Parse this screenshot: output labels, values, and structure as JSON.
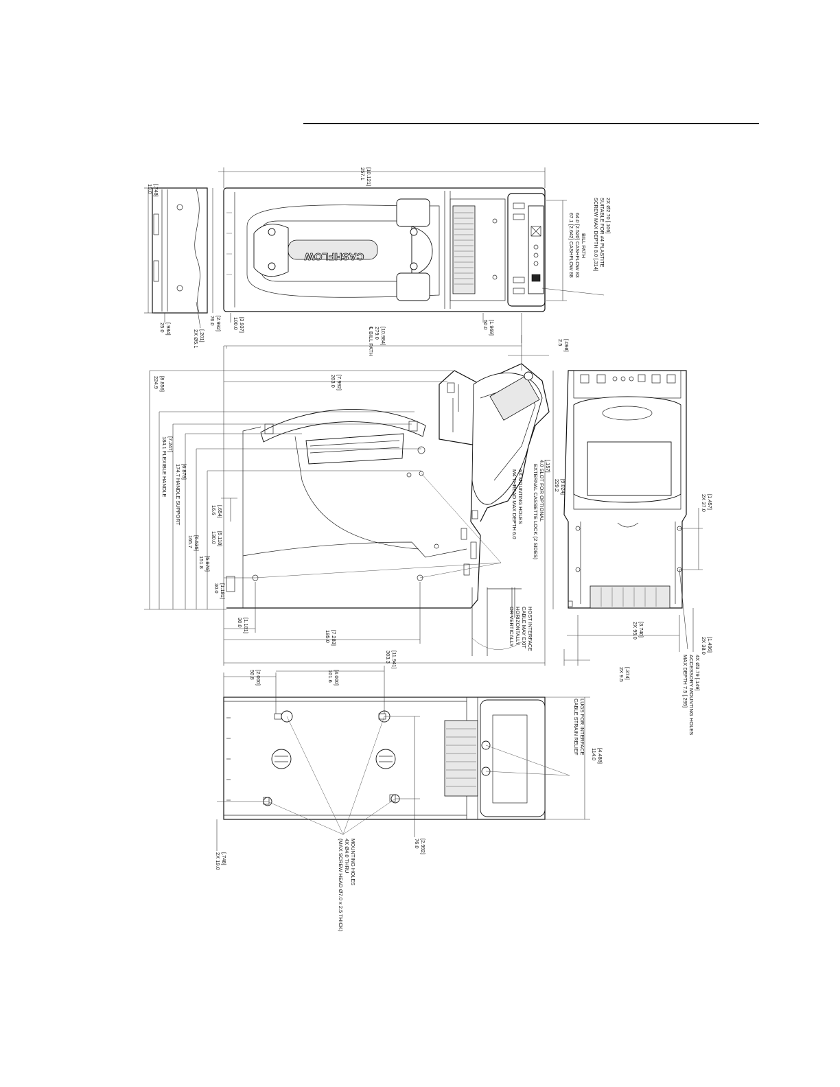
{
  "views": {
    "top": {
      "logo": "CASHFLOW",
      "dims": [
        {
          "key": "d1",
          "line1": "[.748]",
          "line2": "19.0"
        },
        {
          "key": "d2",
          "line1": "[10.121]",
          "line2": "257.1"
        },
        {
          "key": "d3",
          "line1": "[2.992]",
          "line2": "76.0"
        },
        {
          "key": "d4",
          "line1": "[.984]",
          "line2": "25.0"
        },
        {
          "key": "d5",
          "line1": "[.201]",
          "line2": "2X Ø5.1"
        },
        {
          "key": "d6",
          "line1": "[3.937]",
          "line2": "100.0"
        },
        {
          "key": "d7",
          "line1": "[10.984]",
          "line2": "279.0"
        },
        {
          "key": "d8",
          "line1": "[1.969]",
          "line2": "50.0"
        }
      ],
      "notes": {
        "screw_line1": "2X Ø2.70 [.106]",
        "screw_line2": "SUITABLE FOR #4 PLASTITE",
        "screw_line3": "SCREW MAX DEPTH 8.0 [.314]",
        "billpath_line1": "BILL PATH",
        "billpath_line2": "64.0 [2.520] CASHFLOW 83",
        "billpath_line3": "67.1 [2.642] CASHFLOW 88",
        "centerline": "℄ BILL PATH"
      }
    },
    "side": {
      "dims": [
        {
          "key": "s1",
          "line1": "[.098]",
          "line2": "2.5"
        },
        {
          "key": "s2",
          "line1": "[7.992]",
          "line2": "203.0"
        },
        {
          "key": "s3",
          "line1": "[8.856]",
          "line2": "224.9"
        },
        {
          "key": "s4",
          "line1": "[7.247]",
          "line2": "184.1 FLEXIBLE HANDLE"
        },
        {
          "key": "s5",
          "line1": "[6.878]",
          "line2": "174.7 HANDLE SUPPORT"
        },
        {
          "key": "s6",
          "line1": "[6.535]",
          "line2": "165.7"
        },
        {
          "key": "s7",
          "line1": "[5.118]",
          "line2": "130.0"
        },
        {
          "key": "s8",
          "line1": "[5.976]",
          "line2": "151.8"
        },
        {
          "key": "s9",
          "line1": "[.654]",
          "line2": "16.6"
        },
        {
          "key": "s10",
          "line1": "[1.181]",
          "line2": "30.0"
        },
        {
          "key": "s11",
          "line1": "[1.181]",
          "line2": "30.0"
        },
        {
          "key": "s12",
          "line1": "[7.283]",
          "line2": "185.0"
        },
        {
          "key": "s13",
          "line1": "[11.941]",
          "line2": "303.3"
        },
        {
          "key": "s14",
          "line1": "[.157]",
          "line2": "4.0 SLOT FOR OPTIONAL"
        },
        {
          "key": "s15",
          "line1": "[9.024]",
          "line2": "229.2"
        }
      ],
      "notes": {
        "lock_line1": "EXTERNAL CASSETTE LOCK (2 SIDES)",
        "mount_line1": "6X MOUNTING HOLES",
        "mount_line2": "M4 THREAD MAX DEPTH 6.0",
        "host_line1": "HOST INTERFACE",
        "host_line2": "CABLE MAY EXIT",
        "host_line3": "HORIZONTALLY",
        "host_line4": "OR VERTICALLY"
      }
    },
    "front": {
      "dims": [
        {
          "key": "f1",
          "line1": "[1.457]",
          "line2": "2X 37.0"
        },
        {
          "key": "f2",
          "line1": "[3.740]",
          "line2": "2X 95.0"
        },
        {
          "key": "f3",
          "line1": "[1.496]",
          "line2": "2X 38.0"
        },
        {
          "key": "f4",
          "line1": "[.374]",
          "line2": "2X 9.5"
        }
      ],
      "notes": {
        "acc_line1": "4X Ø3.79 [.149]",
        "acc_line2": "ACCESSORY MOUNTING HOLES",
        "acc_line3": "MAX DEPTH 7.5 [.295]"
      }
    },
    "bottom": {
      "dims": [
        {
          "key": "b1",
          "line1": "[2.000]",
          "line2": "50.8"
        },
        {
          "key": "b2",
          "line1": "[4.000]",
          "line2": "101.6"
        },
        {
          "key": "b3",
          "line1": "[4.488]",
          "line2": "114.0"
        },
        {
          "key": "b4",
          "line1": "[.748]",
          "line2": "2X 19.0"
        },
        {
          "key": "b5",
          "line1": "[2.992]",
          "line2": "76.0"
        }
      ],
      "notes": {
        "lugs_line1": "LUGS FOR INTERFACE",
        "lugs_line2": "CABLE STRAIN RELIEF",
        "holes_line1": "MOUNTING HOLES",
        "holes_line2": "4X Ø4.0 THRU",
        "holes_line3": "(MAX SCREW HEAD Ø7.0 x 2.5 THICK)"
      }
    }
  }
}
